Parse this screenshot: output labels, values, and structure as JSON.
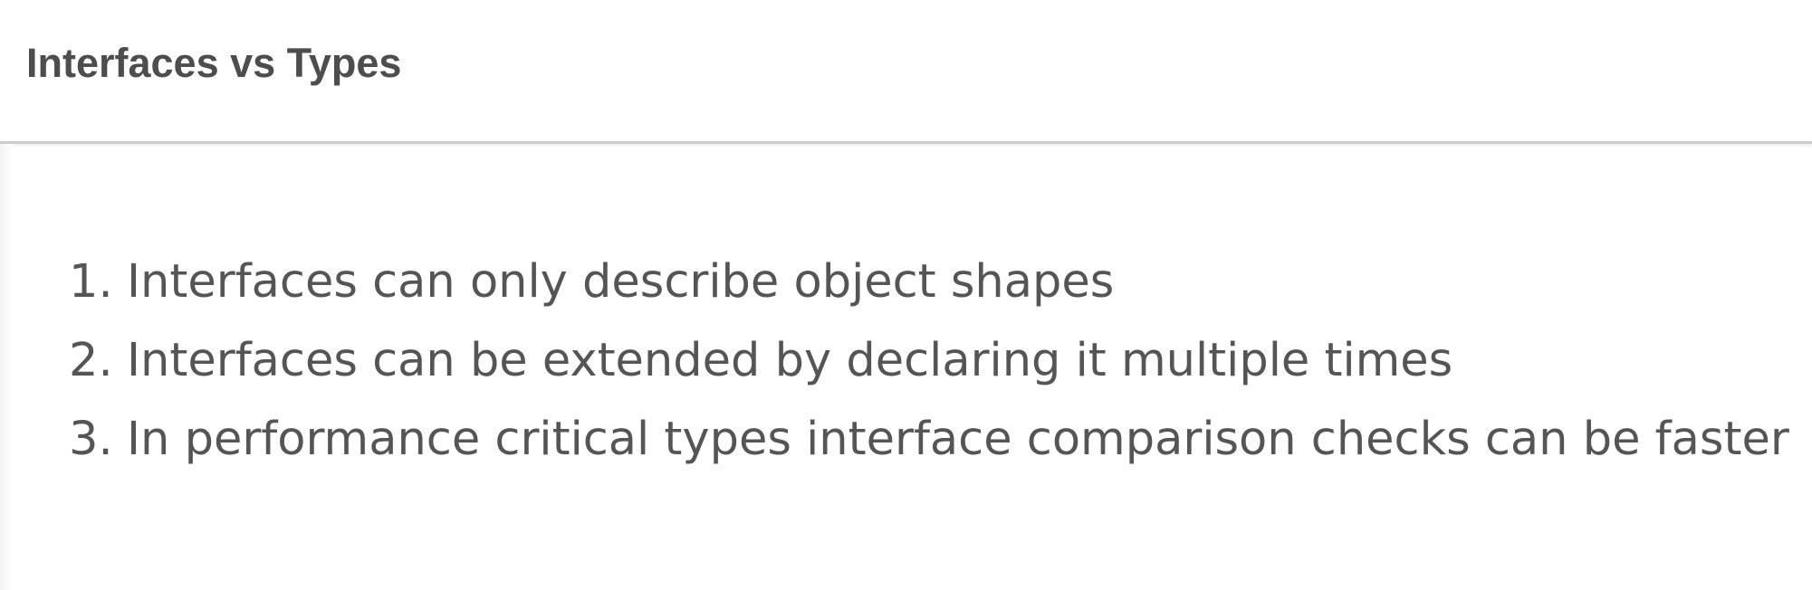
{
  "header": {
    "title": "Interfaces vs Types"
  },
  "points": [
    {
      "number": "1.",
      "text": "Interfaces can only describe object shapes"
    },
    {
      "number": "2.",
      "text": "Interfaces can be extended by declaring it multiple times"
    },
    {
      "number": "3.",
      "text": "In performance critical types interface comparison checks can be faster"
    }
  ]
}
